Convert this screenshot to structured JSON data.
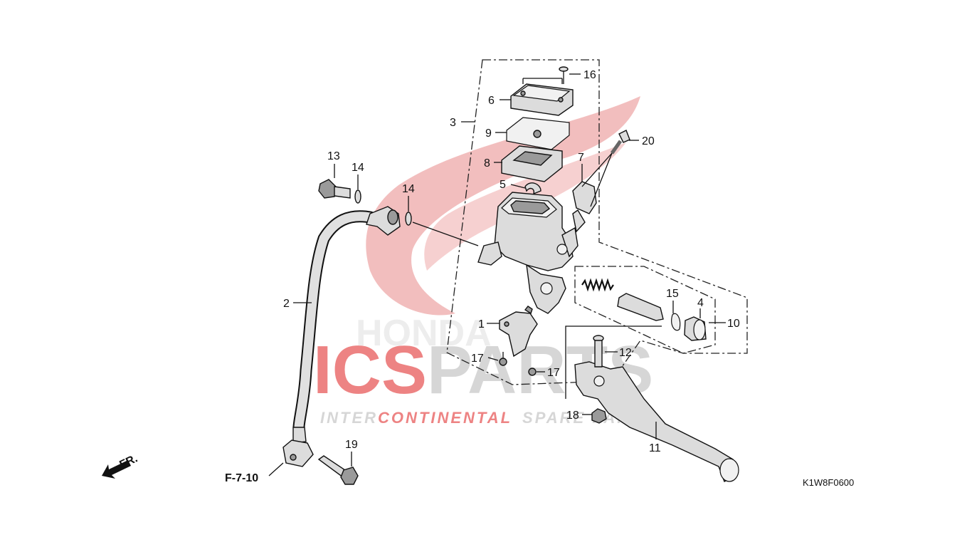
{
  "diagram": {
    "code": "K1W8F0600",
    "direction_label": "FR.",
    "reference_label": "F-7-10",
    "callouts": {
      "p1": "1",
      "p2": "2",
      "p3": "3",
      "p4": "4",
      "p5": "5",
      "p6": "6",
      "p7": "7",
      "p8": "8",
      "p9": "9",
      "p10": "10",
      "p11": "11",
      "p12": "12",
      "p13": "13",
      "p14a": "14",
      "p14b": "14",
      "p15": "15",
      "p16": "16",
      "p17a": "17",
      "p17b": "17",
      "p18": "18",
      "p19": "19",
      "p20": "20"
    }
  },
  "watermark": {
    "brand_red": "ICS",
    "brand_gray": "PARTS",
    "tagline_1": "INTER",
    "tagline_2": "CONTINENTAL",
    "tagline_3": "S",
    "tagline_4": "PARE PARTS",
    "red_color": "#e85a5a",
    "gray_color": "#c9c9c9"
  }
}
